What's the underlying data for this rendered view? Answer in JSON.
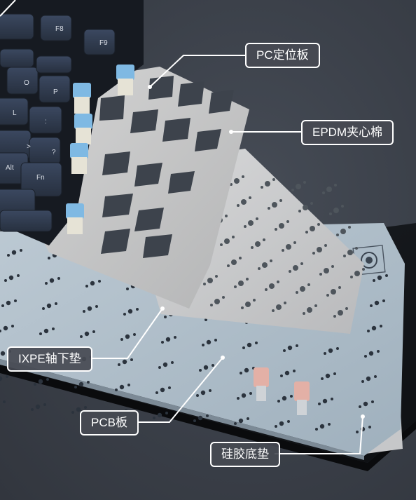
{
  "keycaps": {
    "f8": "F8",
    "f9": "F9",
    "o": "O",
    "p": "P",
    "l": "L",
    "semicolon": ":",
    "period": ">",
    "slash": "?",
    "alt": "Alt",
    "fn": "Fn"
  },
  "labels": {
    "pc_plate": "PC定位板",
    "epdm_foam": "EPDM夹心棉",
    "ixpe_pad": "IXPE轴下垫",
    "pcb": "PCB板",
    "silicone_pad": "硅胶底垫"
  },
  "colors": {
    "background": "#3b4049",
    "keycap": "#2f3a4d",
    "plate": "#c9cacb",
    "pcb": "#aab8c4",
    "switch_blue": "#7fb9e3",
    "switch_pink": "#e0a9a0"
  }
}
